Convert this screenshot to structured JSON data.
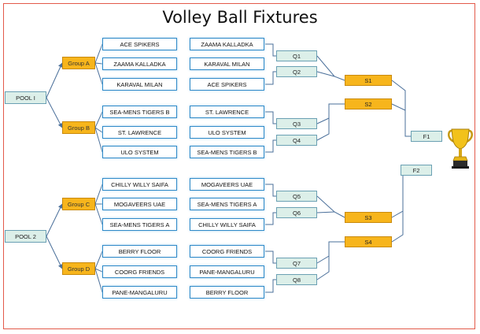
{
  "title": "Volley Ball Fixtures",
  "pools": [
    "POOL I",
    "POOL 2"
  ],
  "groups": [
    "Group A",
    "Group B",
    "Group C",
    "Group D"
  ],
  "matches": [
    {
      "home": "ACE SPIKERS",
      "away": "ZAAMA KALLADKA"
    },
    {
      "home": "ZAAMA KALLADKA",
      "away": "KARAVAL MILAN"
    },
    {
      "home": "KARAVAL MILAN",
      "away": "ACE SPIKERS"
    },
    {
      "home": "SEA-MENS TIGERS  B",
      "away": "ST. LAWRENCE"
    },
    {
      "home": "ST. LAWRENCE",
      "away": "ULO SYSTEM"
    },
    {
      "home": "ULO SYSTEM",
      "away": "SEA-MENS TIGERS  B"
    },
    {
      "home": "CHILLY WILLY SAIFA",
      "away": "MOGAVEERS UAE"
    },
    {
      "home": "MOGAVEERS UAE",
      "away": "SEA-MENS TIGERS  A"
    },
    {
      "home": "SEA-MENS TIGERS  A",
      "away": "CHILLY WILLY SAIFA"
    },
    {
      "home": "BERRY FLOOR",
      "away": "COORG FRIENDS"
    },
    {
      "home": "COORG FRIENDS",
      "away": "PANE-MANGALURU"
    },
    {
      "home": "PANE-MANGALURU",
      "away": "BERRY FLOOR"
    }
  ],
  "quarterfinals": [
    "Q1",
    "Q2",
    "Q3",
    "Q4",
    "Q5",
    "Q6",
    "Q7",
    "Q8"
  ],
  "semifinals": [
    "S1",
    "S2",
    "S3",
    "S4"
  ],
  "finals": [
    "F1",
    "F2"
  ],
  "trophy": "trophy-icon",
  "colors": {
    "frame": "#e35a4a",
    "team_border": "#2f8ac8",
    "group_fill": "#f7b51c",
    "round_fill": "#dcefe9",
    "connector": "#4a6f9a"
  }
}
